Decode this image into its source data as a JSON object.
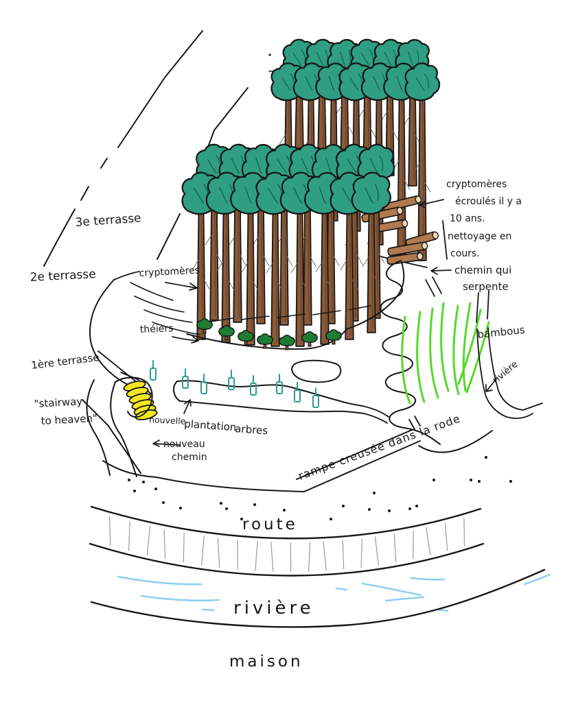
{
  "labels": {
    "terrace3": "3e terrasse",
    "terrace2": "2e terrasse",
    "terrace1": "1ère terrasse",
    "stairway": [
      "\"stairway",
      "to heaven\""
    ],
    "cryptomeres": "cryptomères",
    "theiers": "théiers",
    "fallen_note": [
      "cryptomères",
      "écroulés il y a",
      "10 ans.",
      "nettoyage en",
      "cours."
    ],
    "chemin_serpente": [
      "chemin qui",
      "serpente"
    ],
    "bambous": "bambous",
    "riviere_right": "rivière",
    "nouvelle_plantation": [
      "nouvelle",
      "plantation",
      "arbres"
    ],
    "nouveau_chemin": [
      "nouveau",
      "chemin"
    ],
    "rampe": "rampe creusée dans la rode",
    "route": "route",
    "riviere": "rivière",
    "maison": "maison"
  },
  "colors": {
    "ink": "#161616",
    "canopy": "#2f9e82",
    "canopy_detail": "#0e5b47",
    "trunk": "#8a5a38",
    "trunk_detail": "#5d3a22",
    "log": "#b07a4e",
    "log_end": "#ead7bd",
    "tea_green": "#1e7d33",
    "tea_trunk": "#7a4a28",
    "stake_teal": "#2a9d8f",
    "bamboo": "#54d929",
    "water": "#8ecff2",
    "stair_yellow": "#f5e71e",
    "hatch_gray": "#9a9a9a"
  }
}
